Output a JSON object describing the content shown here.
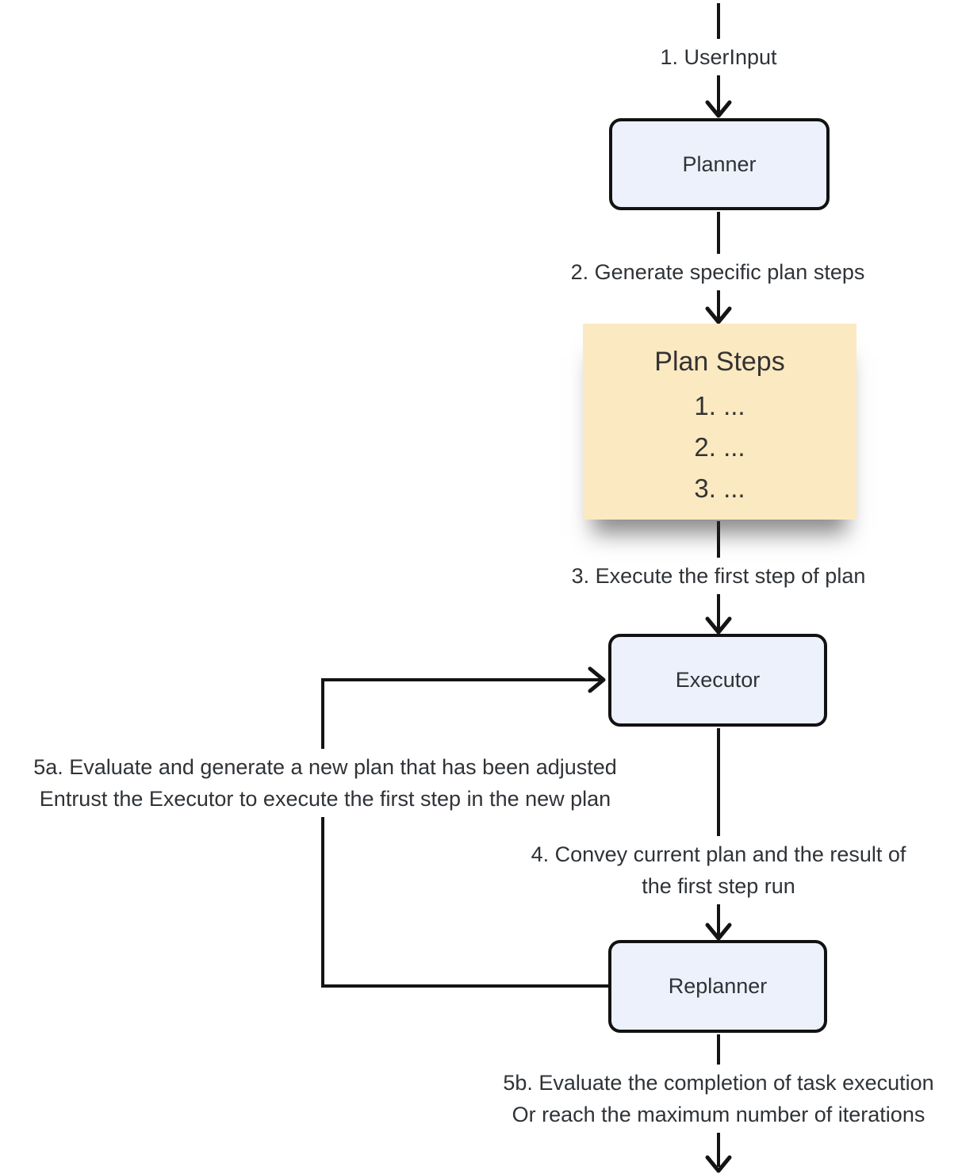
{
  "diagram": {
    "nodes": {
      "planner": {
        "label": "Planner"
      },
      "executor": {
        "label": "Executor"
      },
      "replanner": {
        "label": "Replanner"
      },
      "plan_steps": {
        "title": "Plan Steps",
        "items": [
          "1. ...",
          "2. ...",
          "3. ..."
        ]
      }
    },
    "edges": {
      "user_input": {
        "label": "1. UserInput"
      },
      "generate_plan": {
        "label": "2. Generate specific plan steps"
      },
      "execute_first": {
        "label": "3. Execute the first step of plan"
      },
      "convey_result": {
        "lines": [
          "4. Convey current plan and the result of",
          "the first step run"
        ]
      },
      "replan_loop": {
        "lines": [
          "5a. Evaluate and generate a new plan that has been adjusted",
          "Entrust the Executor to execute the first step in the new plan"
        ]
      },
      "finish": {
        "lines": [
          "5b. Evaluate the completion of task execution",
          "Or reach the maximum number of iterations"
        ]
      }
    },
    "colors": {
      "background": "#FFFFFF",
      "node_fill": "#EDF1FB",
      "node_border": "#121212",
      "note_fill": "#FBE9C1",
      "line": "#141414",
      "text": "#2F3337"
    }
  }
}
